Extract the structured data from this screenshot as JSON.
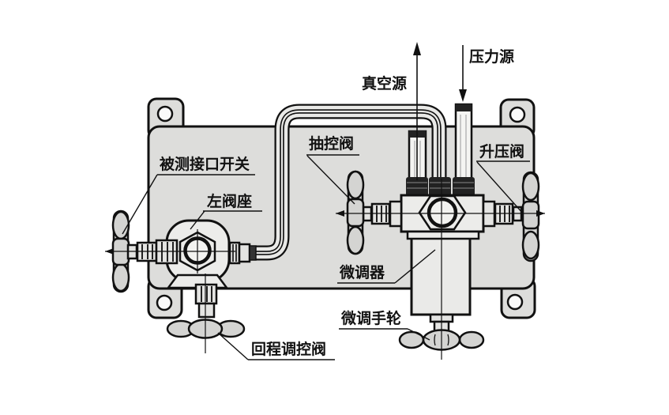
{
  "diagram": {
    "labels": {
      "vacuum_source": "真空源",
      "pressure_source": "压力源",
      "tested_port_switch": "被测接口开关",
      "left_valve_seat": "左阀座",
      "suction_control_valve": "抽控阀",
      "boost_valve": "升压阀",
      "fine_adjuster": "微调器",
      "fine_adjust_handwheel": "微调手轮",
      "return_control_valve": "回程调控阀"
    },
    "colors": {
      "background": "#ffffff",
      "plate": "#dddddb",
      "component": "#ececea",
      "handle": "#d4d4d2",
      "tube": "#f4f4f2",
      "dark_fitting": "#222222",
      "line": "#111111"
    }
  }
}
